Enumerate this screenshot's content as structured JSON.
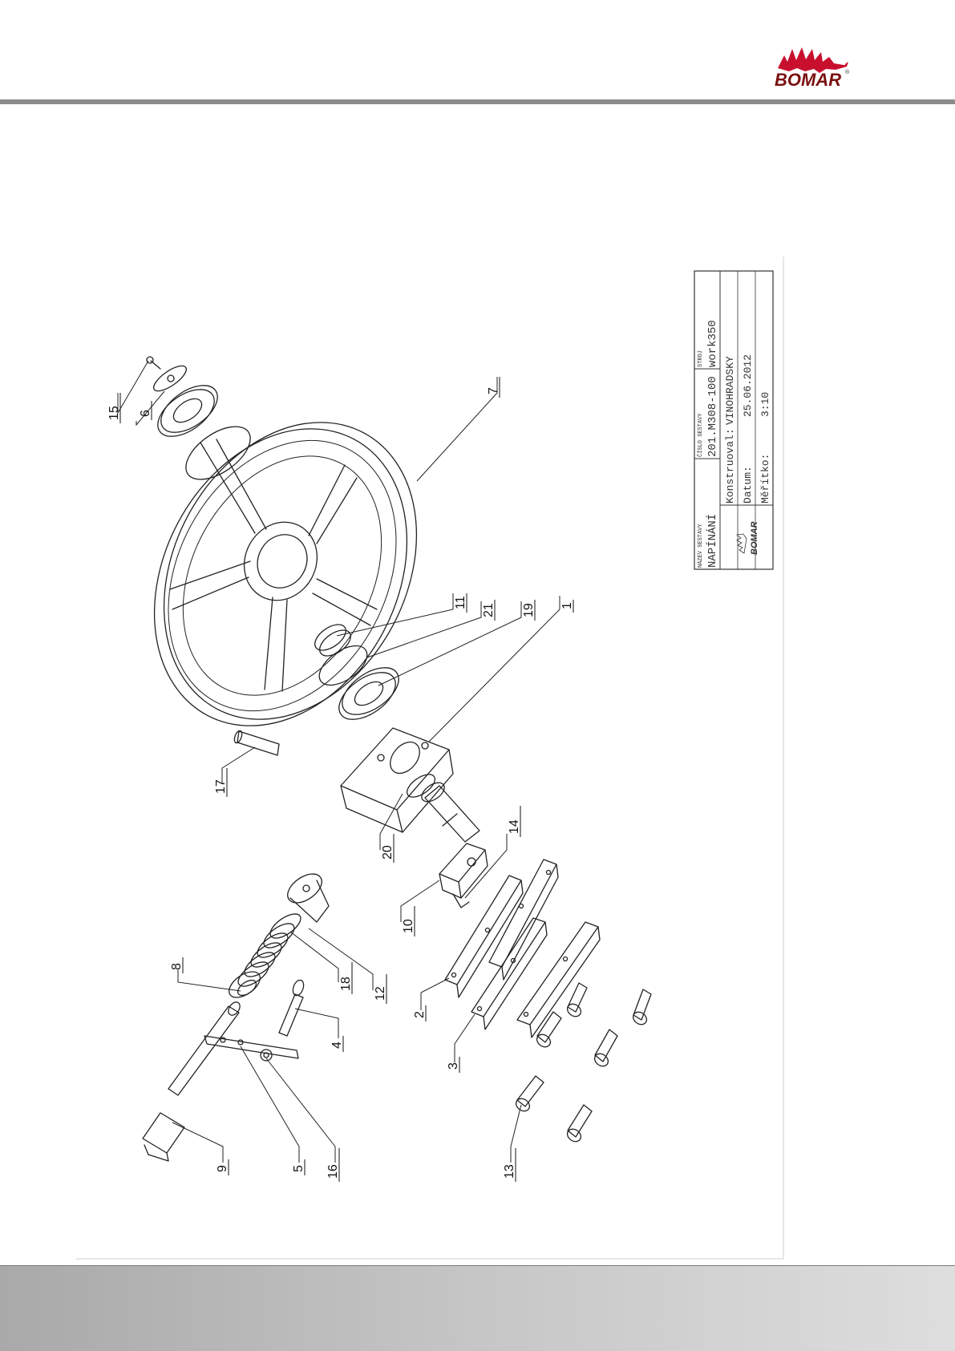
{
  "header": {
    "brand": "BOMAR",
    "registered_mark": "®",
    "accent_color": "#c8102e"
  },
  "title_block": {
    "assembly_name_label": "NÁZEV SESTAVY",
    "assembly_name": "NAPÍNÁNÍ",
    "assembly_number_label": "ČÍSLO SESTAVY",
    "assembly_number": "201.M308-100",
    "machine_label": "STROJ",
    "machine": "work350",
    "designer_label": "Konstruoval:",
    "designer": "VINOHRADSKY",
    "date_label": "Datum:",
    "date": "25.06.2012",
    "scale_label": "Měřítko:",
    "scale": "3:10",
    "small_logo": "BOMAR"
  },
  "callouts": [
    "1",
    "2",
    "3",
    "4",
    "5",
    "6",
    "7",
    "8",
    "9",
    "10",
    "11",
    "12",
    "13",
    "14",
    "15",
    "16",
    "17",
    "18",
    "19",
    "20",
    "21"
  ]
}
